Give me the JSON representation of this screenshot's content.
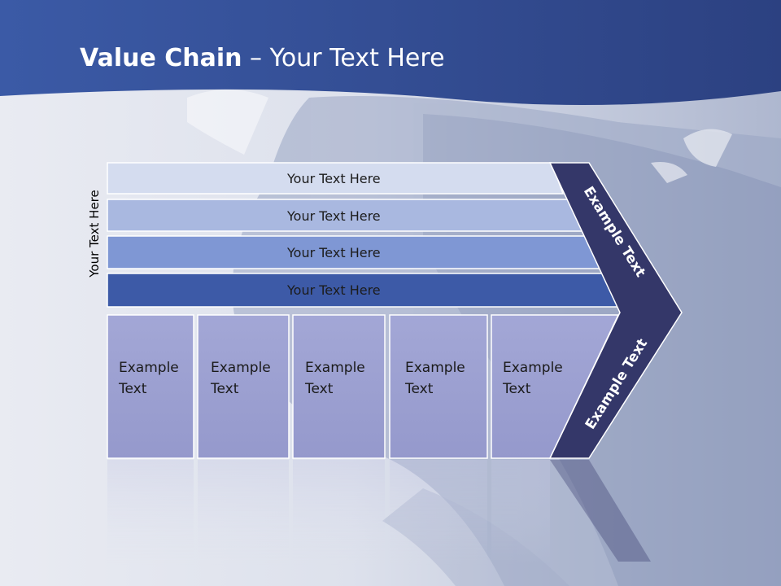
{
  "slide": {
    "title_bold": "Value Chain",
    "title_rest": " – Your Text Here",
    "vertical_label": "Your Text Here",
    "support_bars": [
      {
        "label": "Your Text Here"
      },
      {
        "label": "Your Text Here"
      },
      {
        "label": "Your Text Here"
      },
      {
        "label": "Your Text Here"
      }
    ],
    "primary_activities": [
      {
        "label": "Example Text"
      },
      {
        "label": "Example Text"
      },
      {
        "label": "Example Text"
      },
      {
        "label": "Example Text"
      },
      {
        "label": "Example Text"
      }
    ],
    "chevron_top_label": "Example Text",
    "chevron_bottom_label": "Example Text",
    "colors": {
      "header": "#3a5aa8",
      "bar1": "#d4dcef",
      "bar2": "#a9b8e0",
      "bar3": "#7f97d4",
      "bar4": "#3d5aa7",
      "boxes": "#9ba0d0",
      "chevron": "#343769"
    }
  }
}
